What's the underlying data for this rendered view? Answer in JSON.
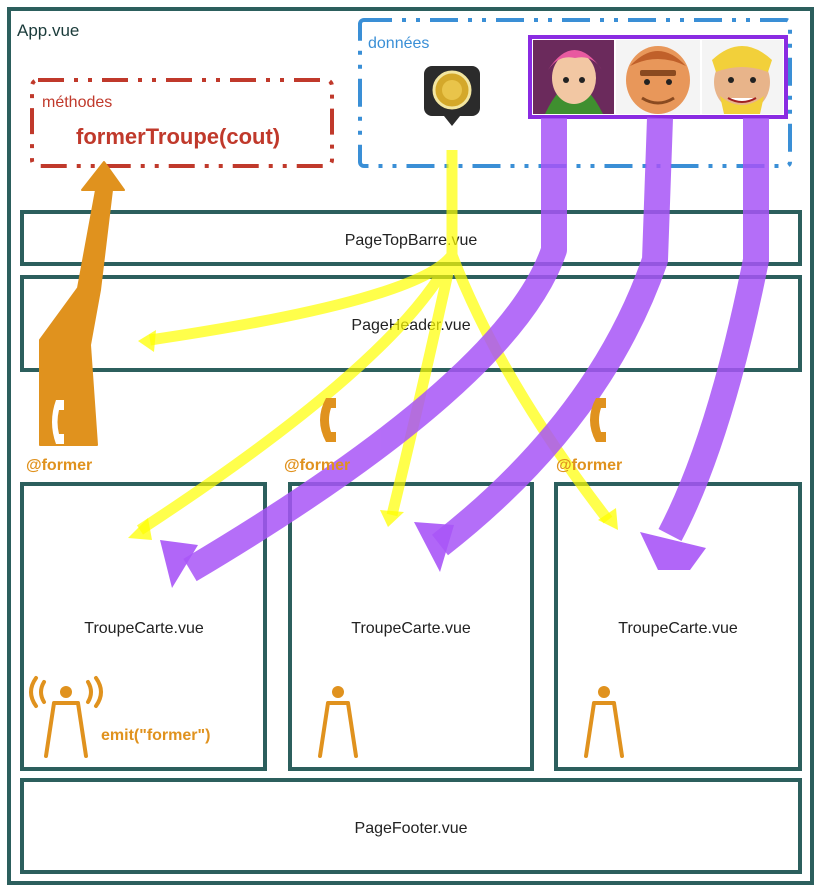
{
  "app": {
    "label": "App.vue"
  },
  "methodes": {
    "label": "méthodes",
    "method": "formerTroupe(cout)"
  },
  "donnees": {
    "label": "données"
  },
  "components": {
    "topbar": "PageTopBarre.vue",
    "header": "PageHeader.vue",
    "cards": [
      "TroupeCarte.vue",
      "TroupeCarte.vue",
      "TroupeCarte.vue"
    ],
    "footer": "PageFooter.vue"
  },
  "listeners": [
    "@former",
    "@former",
    "@former"
  ],
  "emit": "emit(\"former\")",
  "colors": {
    "frame": "#2c5f5d",
    "methods": "#c0392b",
    "data": "#3a8fd6",
    "event": "#e0921e",
    "gold": "#ffff00",
    "troops": "#a855f7"
  },
  "icons": [
    "gold-coin-icon",
    "archer-portrait-icon",
    "giant-portrait-icon",
    "barbarian-portrait-icon",
    "phone-icon",
    "broadcast-person-icon"
  ]
}
